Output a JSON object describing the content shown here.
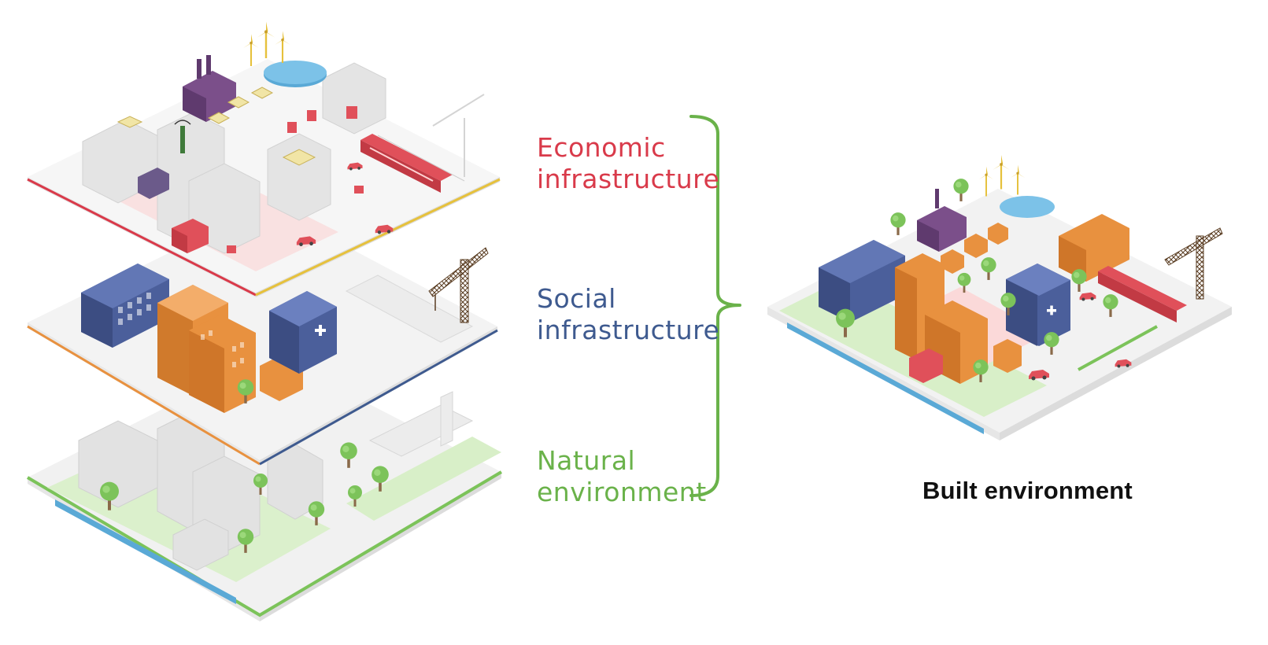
{
  "layers": [
    {
      "line1": "Economic",
      "line2": "infrastructure",
      "color": "#d93a4a"
    },
    {
      "line1": "Social",
      "line2": "infrastructure",
      "color": "#3e5a8f"
    },
    {
      "line1": "Natural",
      "line2": "environment",
      "color": "#6ab24a"
    }
  ],
  "result_title": "Built environment",
  "colors": {
    "economic": "#e0505a",
    "social_blue": "#4b5f9b",
    "social_orange": "#e8913f",
    "natural": "#7cc35a",
    "industry": "#7b4f8a",
    "wind": "#e6c13c",
    "water": "#5aa9d6",
    "bracket": "#6ab24a"
  },
  "icons": [
    "wind-turbine-icon",
    "factory-icon",
    "water-tank-icon",
    "train-icon",
    "crane-icon",
    "tree-icon",
    "hospital-cross-icon",
    "car-icon",
    "bus-icon",
    "telecom-mast-icon"
  ]
}
